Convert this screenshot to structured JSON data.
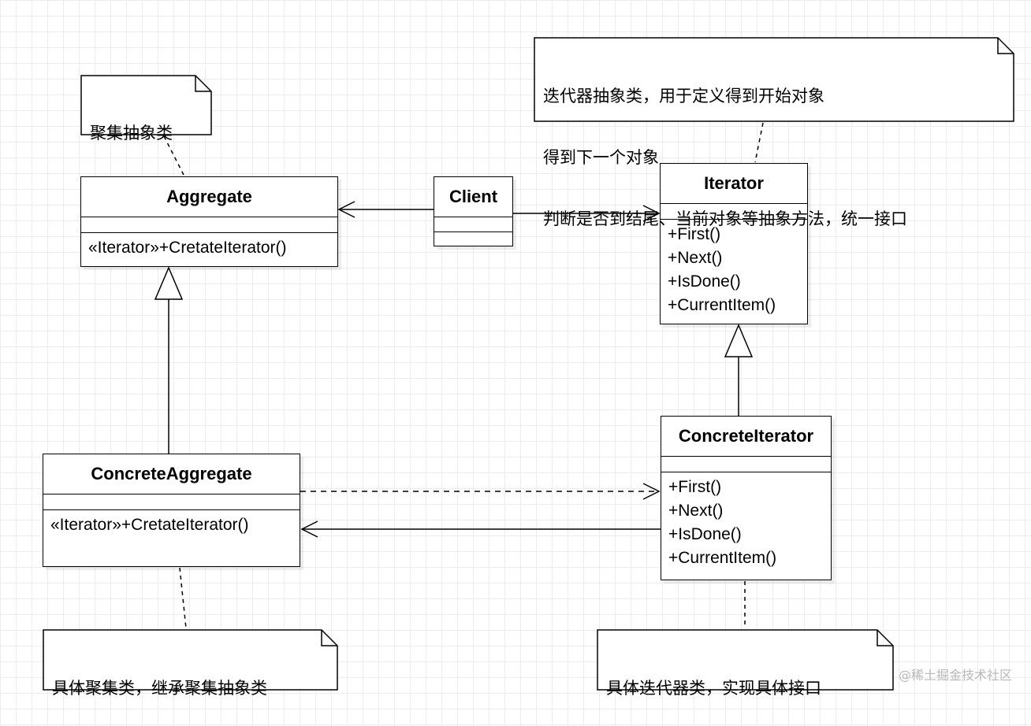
{
  "classes": {
    "aggregate": {
      "name": "Aggregate",
      "ops": [
        "«Iterator»+CretateIterator()"
      ]
    },
    "client": {
      "name": "Client"
    },
    "iterator": {
      "name": "Iterator",
      "ops": [
        "+First()",
        "+Next()",
        "+IsDone()",
        "+CurrentItem()"
      ]
    },
    "concrete_aggregate": {
      "name": "ConcreteAggregate",
      "ops": [
        "«Iterator»+CretateIterator()"
      ]
    },
    "concrete_iterator": {
      "name": "ConcreteIterator",
      "ops": [
        "+First()",
        "+Next()",
        "+IsDone()",
        "+CurrentItem()"
      ]
    }
  },
  "notes": {
    "aggregate_note": [
      "聚集抽象类"
    ],
    "iterator_note": [
      "迭代器抽象类，用于定义得到开始对象",
      "得到下一个对象",
      "判断是否到结尾、当前对象等抽象方法，统一接口"
    ],
    "concrete_aggregate_note": [
      "具体聚集类，继承聚集抽象类"
    ],
    "concrete_iterator_note": [
      "具体迭代器类，实现具体接口"
    ]
  },
  "watermark": "@稀土掘金技术社区"
}
